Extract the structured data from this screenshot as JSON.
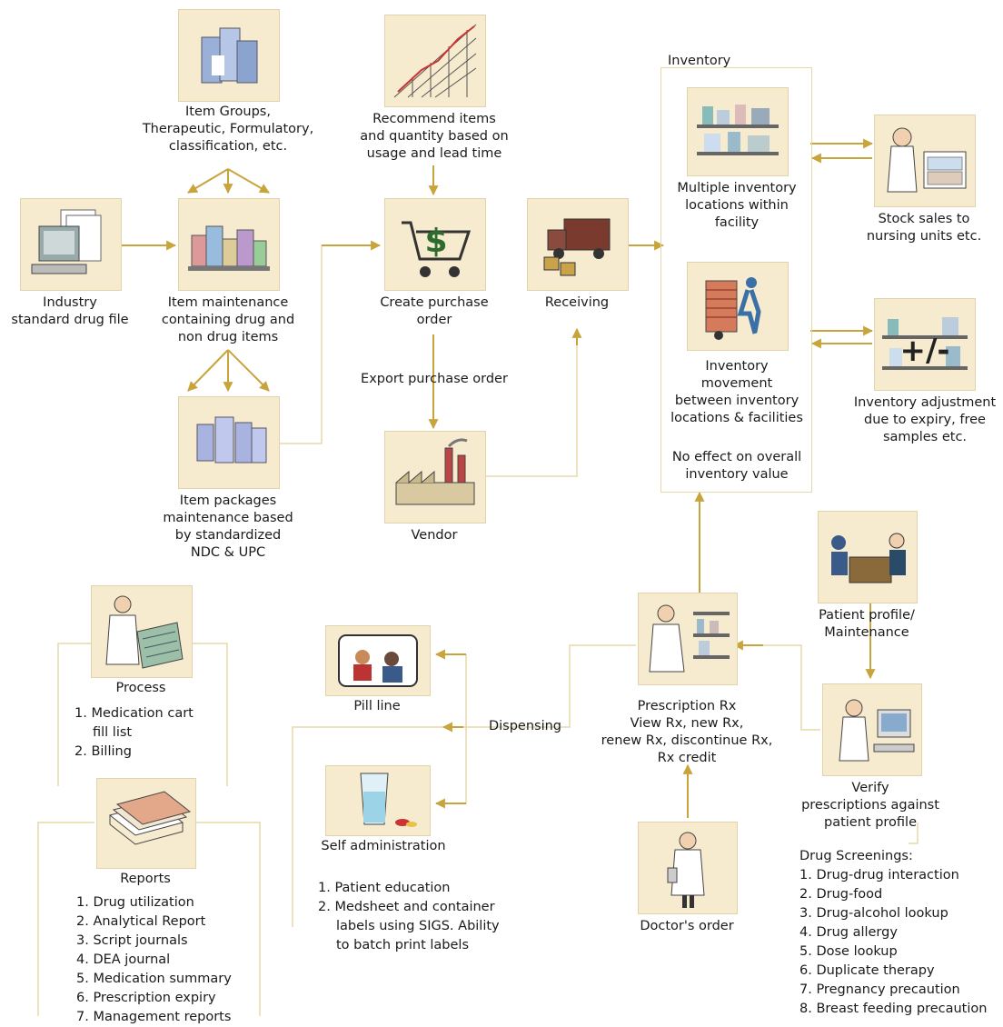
{
  "colors": {
    "tile": "#f6ebcf",
    "line": "#e6d9a8",
    "arrow": "#c8a43c"
  },
  "nodes": {
    "industry": {
      "icon": "computer-icon",
      "label": [
        "Industry",
        "standard drug file"
      ]
    },
    "item_groups": {
      "icon": "drug-boxes-icon",
      "label": [
        "Item Groups,",
        "Therapeutic, Formulatory,",
        "classification, etc."
      ]
    },
    "item_maint": {
      "icon": "medicine-shelf-icon",
      "label": [
        "Item maintenance",
        "containing drug and",
        "non drug items"
      ]
    },
    "item_packages": {
      "icon": "packages-icon",
      "label": [
        "Item packages",
        "maintenance based",
        "by standardized",
        "NDC & UPC"
      ]
    },
    "recommend": {
      "icon": "rising-graph-icon",
      "label": [
        "Recommend items",
        "and quantity based on",
        "usage and lead time"
      ]
    },
    "purchase": {
      "icon": "shopping-cart-dollar-icon",
      "label": [
        "Create purchase",
        "order"
      ]
    },
    "export_label": "Export purchase order",
    "vendor": {
      "icon": "factory-icon",
      "label": [
        "Vendor"
      ]
    },
    "receiving": {
      "icon": "delivery-truck-icon",
      "label": [
        "Receiving"
      ]
    },
    "inventory": {
      "title": "Inventory",
      "multi": {
        "icon": "storage-shelf-icon",
        "label": [
          "Multiple inventory",
          "locations within",
          "facility"
        ]
      },
      "movement": {
        "icon": "hand-truck-icon",
        "label": [
          "Inventory",
          "movement",
          "between inventory",
          "locations & facilities"
        ]
      },
      "note": [
        "No effect on overall",
        "inventory value"
      ]
    },
    "stock_sales": {
      "icon": "nurse-cart-icon",
      "label": [
        "Stock sales to",
        "nursing units etc."
      ]
    },
    "adjustment": {
      "icon": "plus-minus-shelf-icon",
      "label": [
        "Inventory adjustment",
        "due to expiry, free",
        "samples etc."
      ]
    },
    "patient_profile": {
      "icon": "consultation-icon",
      "label": [
        "Patient profile/",
        "Maintenance"
      ]
    },
    "verify": {
      "icon": "nurse-computer-icon",
      "label": [
        "Verify",
        "prescriptions against",
        "patient profile"
      ]
    },
    "prescription": {
      "icon": "pharmacist-icon",
      "label": [
        "Prescription Rx",
        "View Rx, new Rx,",
        "renew Rx, discontinue Rx,",
        "Rx credit"
      ]
    },
    "doctor": {
      "icon": "doctor-icon",
      "label": [
        "Doctor's order"
      ]
    },
    "dispensing_label": "Dispensing",
    "pill_line": {
      "icon": "pill-line-icon",
      "label": [
        "Pill line"
      ]
    },
    "self_admin": {
      "icon": "water-glass-pill-icon",
      "label": [
        "Self administration"
      ]
    },
    "process": {
      "icon": "doctor-clipboard-icon",
      "label": [
        "Process"
      ]
    },
    "reports": {
      "icon": "reports-stack-icon",
      "label": [
        "Reports"
      ]
    }
  },
  "lists": {
    "process": [
      "1. Medication cart",
      "fill list",
      "2. Billing"
    ],
    "reports": [
      "1. Drug utilization",
      "2. Analytical Report",
      "3. Script journals",
      "4. DEA journal",
      "5. Medication summary",
      "6. Prescription expiry",
      "7. Management reports"
    ],
    "self_admin": [
      "1. Patient education",
      "2. Medsheet and container",
      "labels using SIGS. Ability",
      "to batch print labels"
    ],
    "screenings_title": "Drug Screenings:",
    "screenings": [
      "1. Drug-drug interaction",
      "2. Drug-food",
      "3. Drug-alcohol lookup",
      "4. Drug allergy",
      "5. Dose lookup",
      "6. Duplicate therapy",
      "7. Pregnancy precaution",
      "8. Breast feeding precaution"
    ]
  }
}
